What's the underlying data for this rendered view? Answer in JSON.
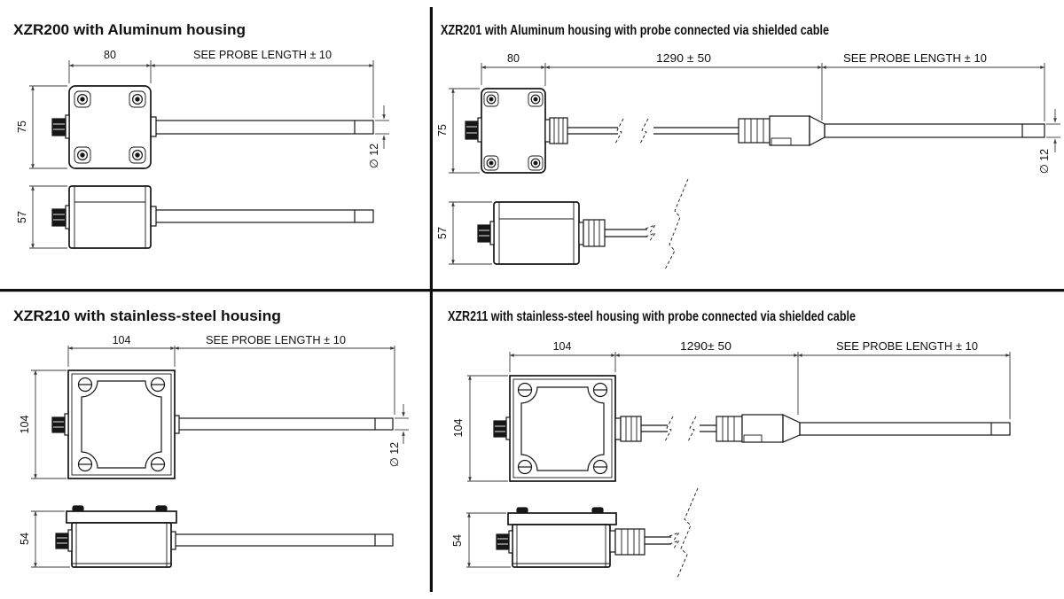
{
  "sheet": {
    "background": "#ffffff",
    "object_line_color": "#161616",
    "dimension_line_color": "#3a3a3a",
    "divider_color": "#0f0f0f"
  },
  "panels": [
    {
      "model": "XZR200",
      "title": "XZR200 with Aluminum housing",
      "housing_material": "Aluminum",
      "dim_width": "80",
      "dim_probe": "SEE PROBE LENGTH ± 10",
      "dim_height": "75",
      "dim_side_height": "57",
      "dim_diameter": "∅ 12"
    },
    {
      "model": "XZR201",
      "title": "XZR201 with Aluminum housing with probe connected via shielded cable",
      "housing_material": "Aluminum",
      "dim_width": "80",
      "dim_cable": "1290 ± 50",
      "dim_probe": "SEE PROBE LENGTH ± 10",
      "dim_height": "75",
      "dim_side_height": "57",
      "dim_diameter": "∅ 12"
    },
    {
      "model": "XZR210",
      "title": "XZR210 with stainless-steel housing",
      "housing_material": "stainless-steel",
      "dim_width": "104",
      "dim_probe": "SEE PROBE LENGTH ± 10",
      "dim_height": "104",
      "dim_side_height": "54",
      "dim_diameter": "∅ 12"
    },
    {
      "model": "XZR211",
      "title": "XZR211 with stainless-steel housing with probe connected via shielded cable",
      "housing_material": "stainless-steel",
      "dim_width": "104",
      "dim_cable": "1290± 50",
      "dim_probe": "SEE PROBE LENGTH ±  10",
      "dim_height": "104",
      "dim_side_height": "54"
    }
  ]
}
